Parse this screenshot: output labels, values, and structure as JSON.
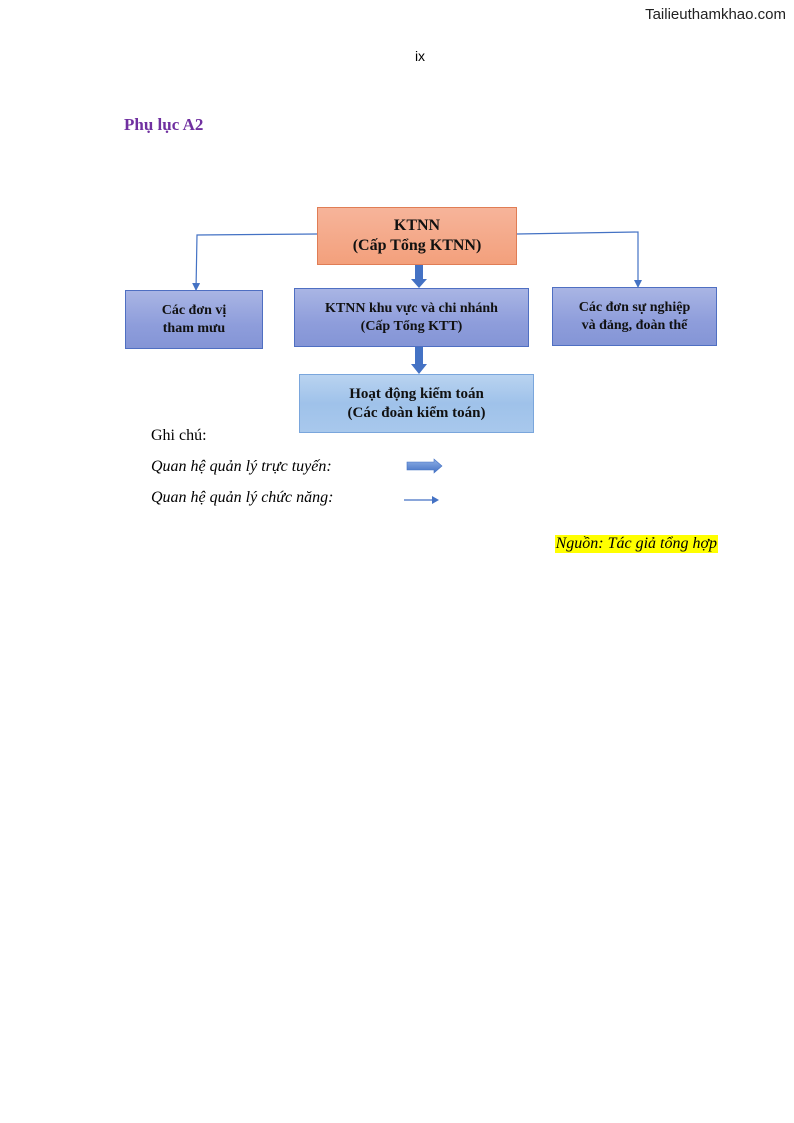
{
  "header": {
    "watermark": "Tailieuthamkhao.com",
    "page_number": "ix"
  },
  "appendix_title": "Phụ lục A2",
  "diagram": {
    "root": {
      "line1": "KTNN",
      "line2": "(Cấp Tổng KTNN)"
    },
    "left": {
      "line1": "Các đơn vị",
      "line2": "tham mưu"
    },
    "center": {
      "line1": "KTNN khu vực và chi nhánh",
      "line2": "(Cấp Tổng KTT)"
    },
    "right": {
      "line1": "Các đơn sự nghiệp",
      "line2": "và đảng, đoàn thể"
    },
    "bottom": {
      "line1": "Hoạt động kiểm toán",
      "line2": "(Các đoàn kiểm toán)"
    },
    "colors": {
      "root_fill": "#f4a886",
      "mid_fill": "#8e9ddb",
      "bottom_fill": "#a8c8ec",
      "connector": "#4472c4"
    }
  },
  "legend": {
    "heading": "Ghi chú:",
    "line_management": "Quan hệ quản lý trực tuyến:",
    "functional_management": "Quan hệ quản lý chức năng:"
  },
  "source": "Nguồn: Tác giả tổng hợp"
}
